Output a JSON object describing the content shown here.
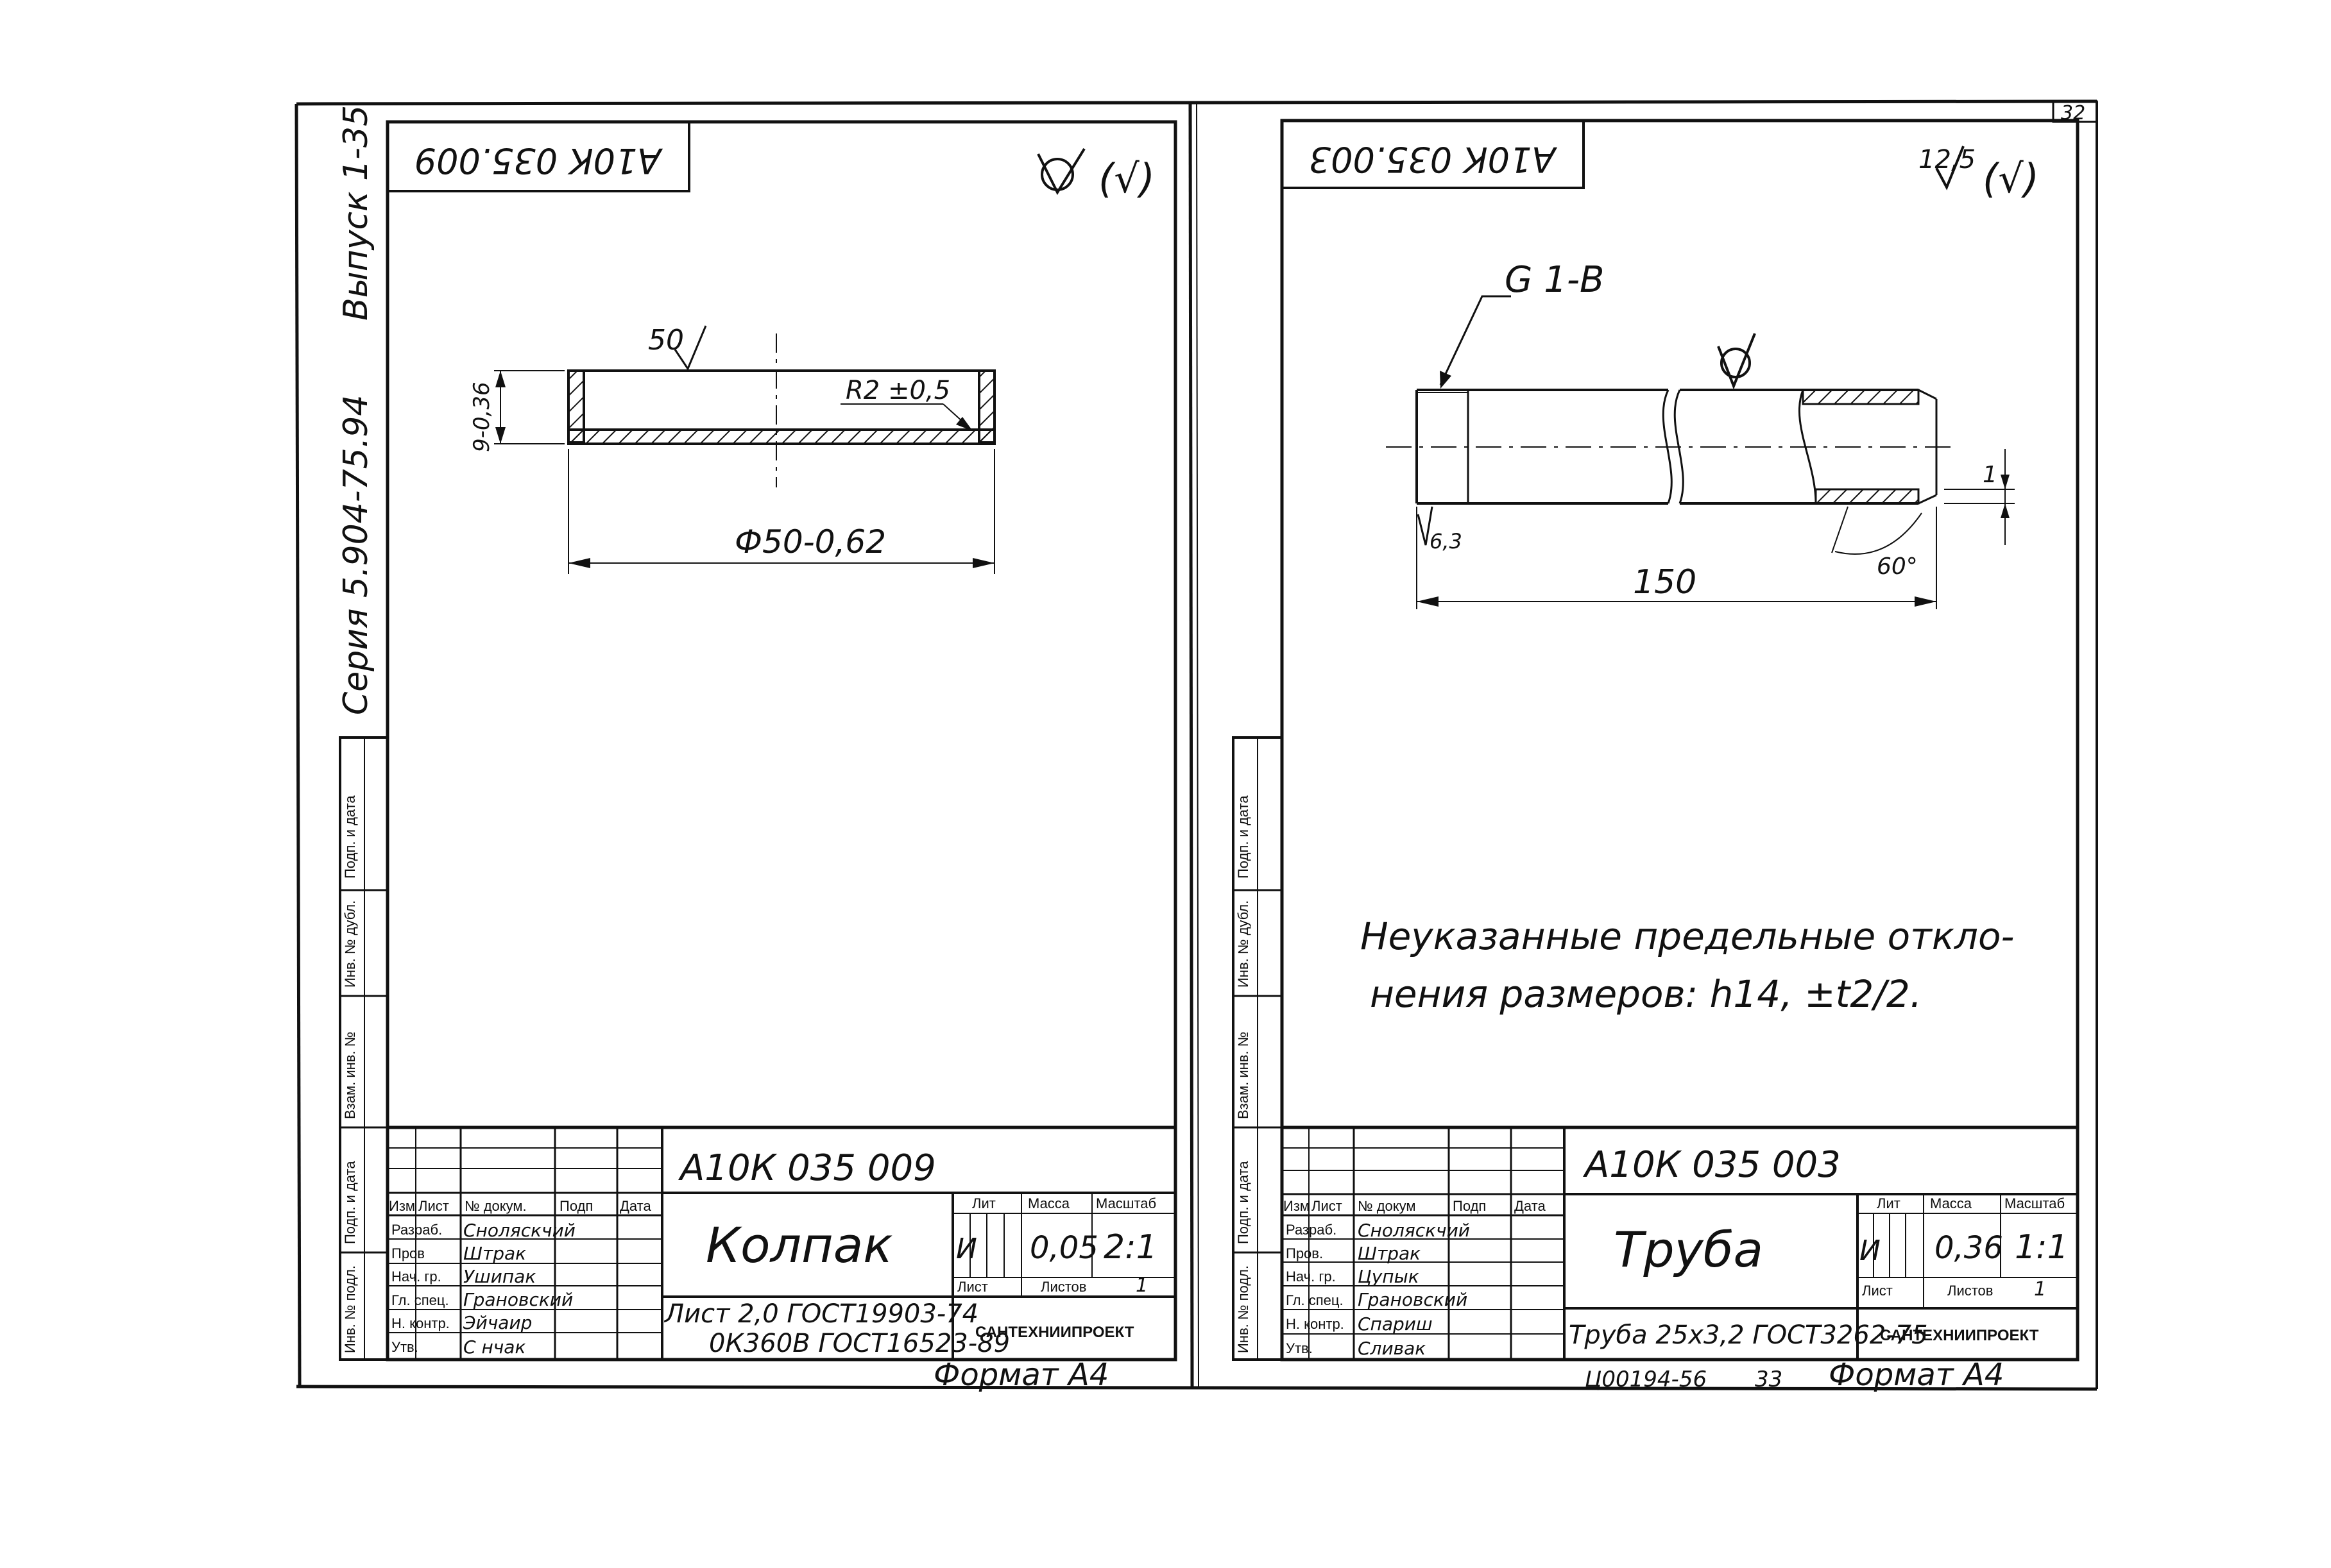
{
  "left": {
    "rotated_code": "А10К 035.009",
    "roughness_symbol": "(√)",
    "series_label": "Серия 5.904-75.94",
    "issue_label": "Выпуск 1-35",
    "dim_roughness": "50",
    "dim_height": "9-0,36",
    "dim_radius": "R2 ±0,5",
    "dim_diameter": "Ф50-0,62",
    "stamp_code": "А10К 035 009",
    "title": "Колпак",
    "lit": "И",
    "mass": "0,05",
    "scale": "2:1",
    "sheets_value": "1",
    "material_line1": "Лист 2,0 ГОСТ19903-74",
    "material_line2": "0К360В ГОСТ16523-89",
    "org": "САНТЕХНИИПРОЕКТ",
    "format": "Формат А4",
    "roles": [
      "Разраб.",
      "Пров",
      "Нач. гр.",
      "Гл. спец.",
      "Н. контр.",
      "Утв."
    ],
    "names": [
      "Сноляскчий",
      "Штрак",
      "Ушипак",
      "Грановский",
      "Эйчаир",
      "С нчак"
    ],
    "col_headers": [
      "Изм",
      "Лист",
      "№ докум.",
      "Подп",
      "Дата"
    ],
    "hdr_lit": "Лит",
    "hdr_mass": "Масса",
    "hdr_scale": "Масштаб",
    "hdr_sheet": "Лист",
    "hdr_sheets": "Листов",
    "side_labels": [
      "Подп. и дата",
      "Инв. № дубл.",
      "Взам. инв. №",
      "Подп. и дата",
      "Инв. № подл."
    ]
  },
  "right": {
    "rotated_code": "А10К 035.003",
    "roughness_value": "12,5",
    "roughness_symbol": "(√)",
    "thread_label": "G 1-B",
    "dim_small": "6,3",
    "dim_length": "150",
    "dim_angle": "60°",
    "dim_wall": "1",
    "note_line1": "Неуказанные предельные откло-",
    "note_line2": "нения размеров: h14, ±t2/2.",
    "stamp_code": "А10К 035 003",
    "title": "Труба",
    "lit": "И",
    "mass": "0,36",
    "scale": "1:1",
    "sheets_value": "1",
    "material": "Труба 25х3,2 ГОСТ3262-75",
    "org": "САНТЕХНИИПРОЕКТ",
    "order_no": "Ц00194-56",
    "page_no": "33",
    "format": "Формат А4",
    "corner_no": "32",
    "roles": [
      "Разраб.",
      "Пров.",
      "Нач. гр.",
      "Гл. спец.",
      "Н. контр.",
      "Утв."
    ],
    "names": [
      "Сноляскчий",
      "Штрак",
      "Цупык",
      "Грановский",
      "Спариш",
      "Сливак"
    ],
    "col_headers": [
      "Изм",
      "Лист",
      "№ докум",
      "Подп",
      "Дата"
    ],
    "hdr_lit": "Лит",
    "hdr_mass": "Масса",
    "hdr_scale": "Масштаб",
    "hdr_sheet": "Лист",
    "hdr_sheets": "Листов",
    "side_labels": [
      "Подп. и дата",
      "Инв. № дубл.",
      "Взам. инв. №",
      "Подп. и дата",
      "Инв. № подл."
    ]
  }
}
